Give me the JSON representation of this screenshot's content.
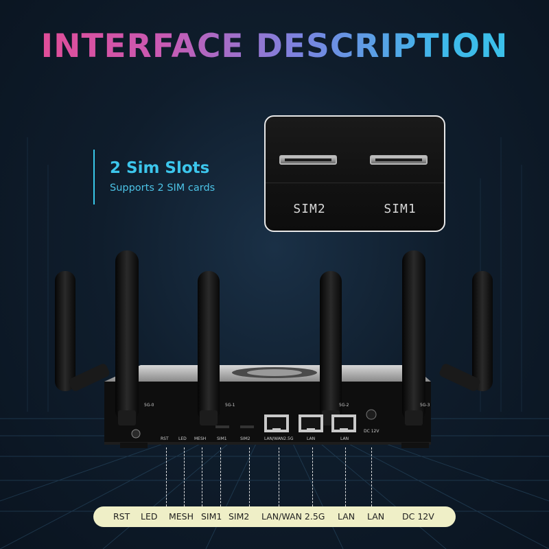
{
  "title": "INTERFACE DESCRIPTION",
  "feature": {
    "title": "2 Sim Slots",
    "subtitle": "Supports 2 SIM cards"
  },
  "inset": {
    "slots": [
      {
        "label": "SIM2"
      },
      {
        "label": "SIM1"
      }
    ]
  },
  "router": {
    "antenna_labels": [
      "5G-0",
      "5G-1",
      "5G-2",
      "5G-3"
    ],
    "panel_labels": [
      "RST",
      "LED",
      "MESH",
      "SIM1",
      "SIM2",
      "LAN/WAN2.5G",
      "LAN",
      "LAN",
      "DC 12V"
    ]
  },
  "legend": {
    "labels": [
      "RST",
      "LED",
      "MESH",
      "SIM1",
      "SIM2",
      "LAN/WAN 2.5G",
      "LAN",
      "LAN",
      "DC 12V"
    ]
  },
  "colors": {
    "accent": "#39c8ea",
    "title_gradient_start": "#e9498f",
    "title_gradient_end": "#38c6ea",
    "legend_bar": "#efefc7"
  }
}
